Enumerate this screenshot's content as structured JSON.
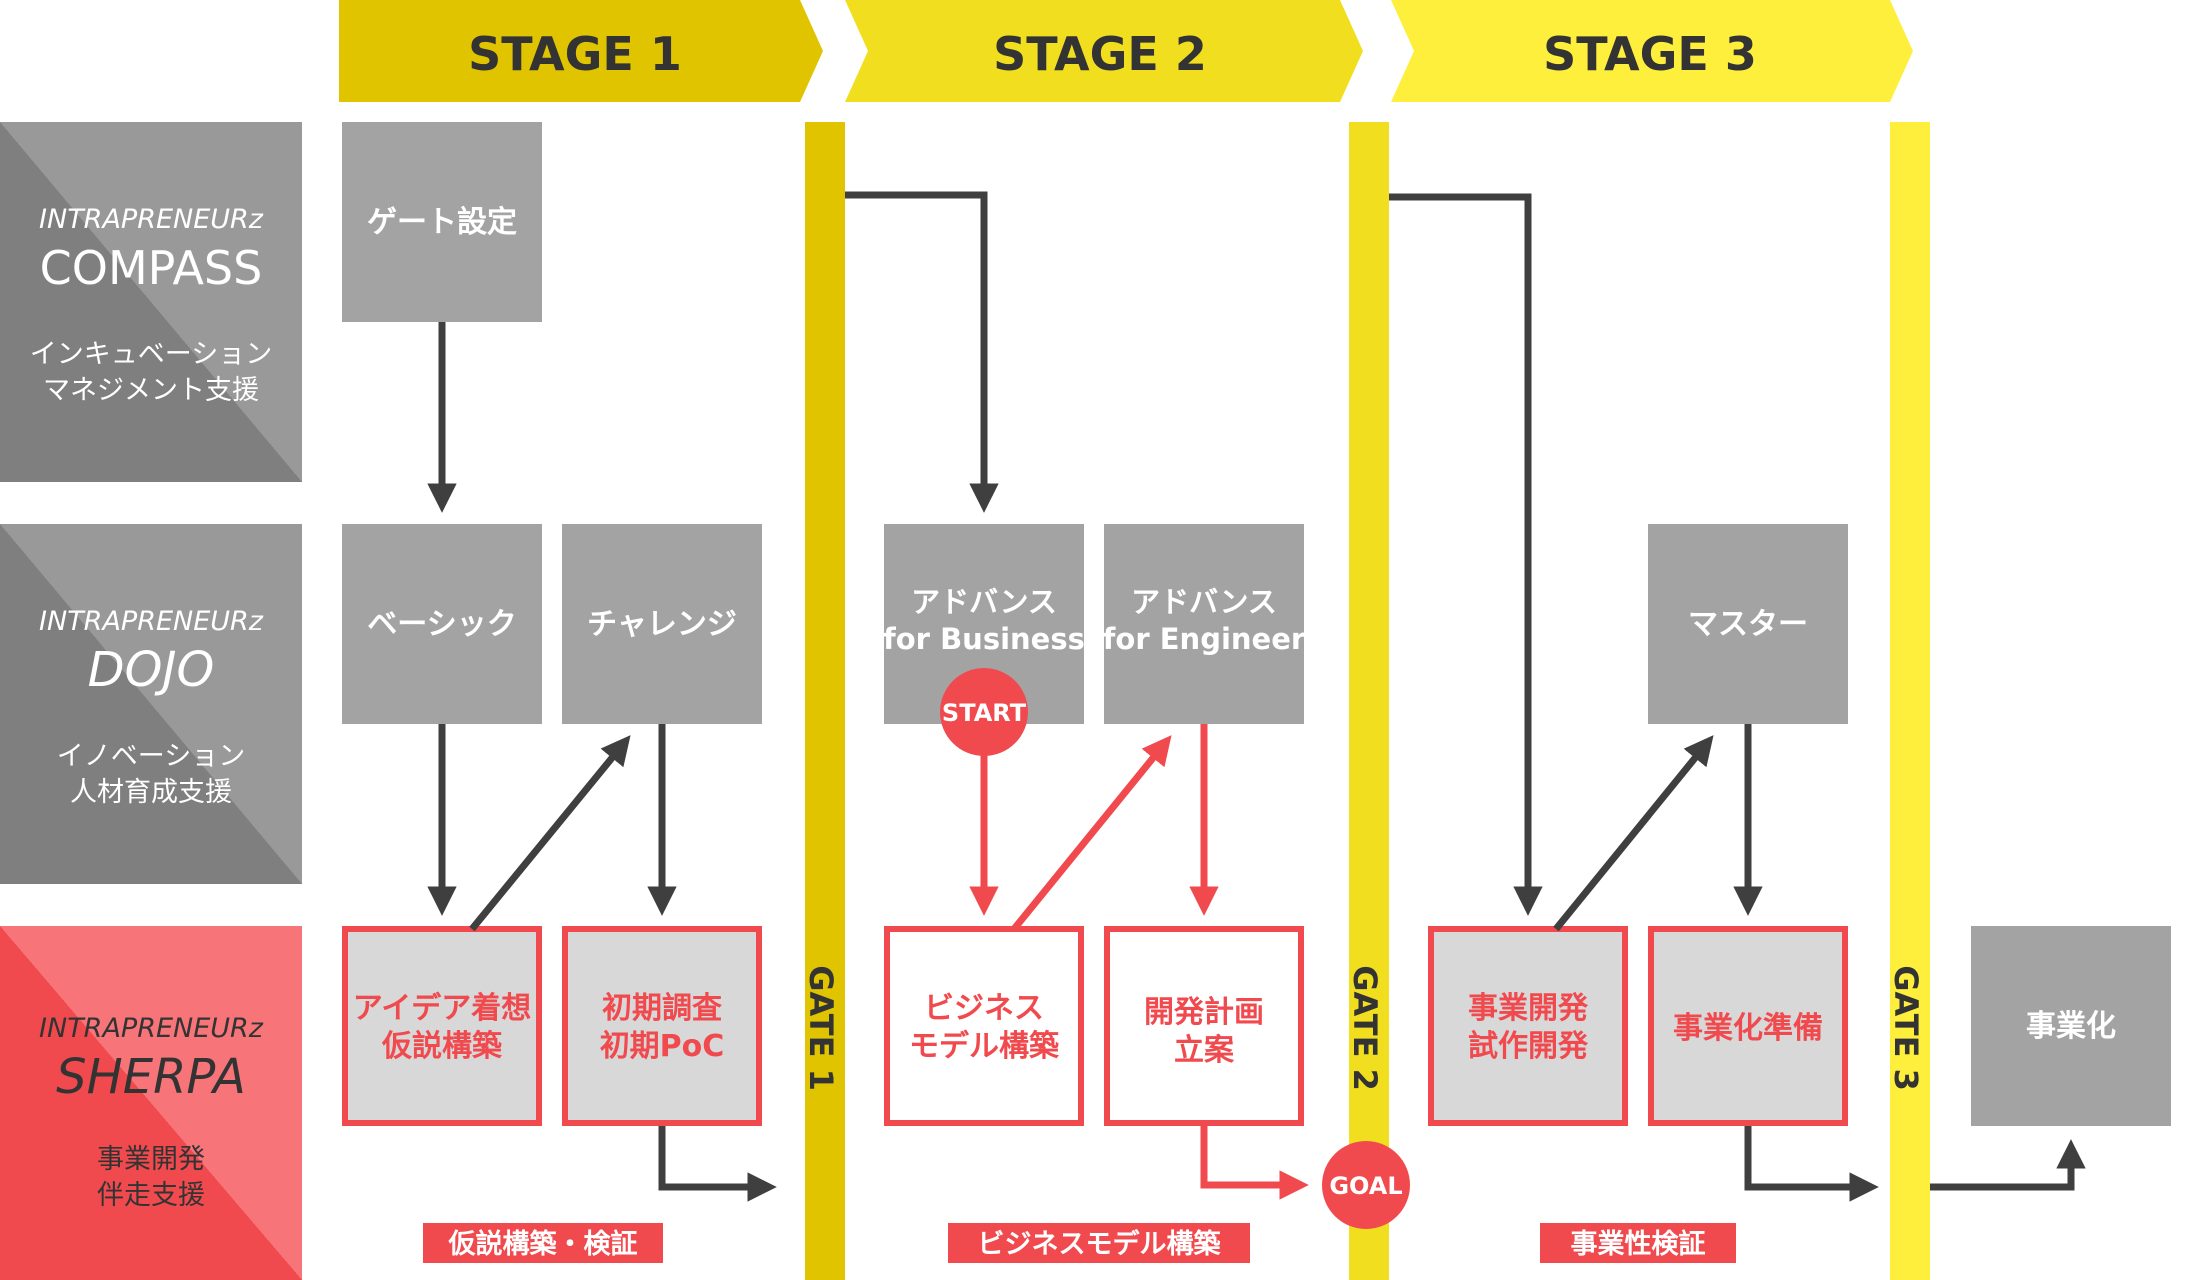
{
  "colors": {
    "stage1": "#e0c400",
    "stage2": "#f1df1f",
    "stage3": "#fdef3c",
    "gray_box": "#a3a3a3",
    "sherpa_red": "#f14a4e",
    "arrow_dark": "#3f3f3f",
    "arrow_red": "#f14a4e"
  },
  "stages": [
    {
      "label": "STAGE 1"
    },
    {
      "label": "STAGE 2"
    },
    {
      "label": "STAGE 3"
    }
  ],
  "gates": [
    {
      "label": "GATE 1"
    },
    {
      "label": "GATE 2"
    },
    {
      "label": "GATE 3"
    }
  ],
  "rows": {
    "compass": {
      "brand": "INTRAPRENEURz",
      "name": "COMPASS",
      "desc1": "インキュベーション",
      "desc2": "マネジメント支援"
    },
    "dojo": {
      "brand": "INTRAPRENEURz",
      "name": "DOJO",
      "desc1": "イノベーション",
      "desc2": "人材育成支援"
    },
    "sherpa": {
      "brand": "INTRAPRENEURz",
      "name": "SHERPA",
      "desc1": "事業開発",
      "desc2": "伴走支援"
    }
  },
  "boxes": {
    "gate_setting": "ゲート設定",
    "basic": "ベーシック",
    "challenge": "チャレンジ",
    "adv_business_1": "アドバンス",
    "adv_business_2": "for Business",
    "adv_engineer_1": "アドバンス",
    "adv_engineer_2": "for Engineer",
    "master": "マスター",
    "idea_1": "アイデア着想",
    "idea_2": "仮説構築",
    "survey_1": "初期調査",
    "survey_2": "初期PoC",
    "bizmodel_1": "ビジネス",
    "bizmodel_2": "モデル構築",
    "devplan_1": "開発計画",
    "devplan_2": "立案",
    "bizdev_1": "事業開発",
    "bizdev_2": "試作開発",
    "prep": "事業化準備",
    "commercialize": "事業化"
  },
  "markers": {
    "start": "START",
    "goal": "GOAL"
  },
  "phases": [
    {
      "label": "仮説構築・検証"
    },
    {
      "label": "ビジネスモデル構築"
    },
    {
      "label": "事業性検証"
    }
  ]
}
